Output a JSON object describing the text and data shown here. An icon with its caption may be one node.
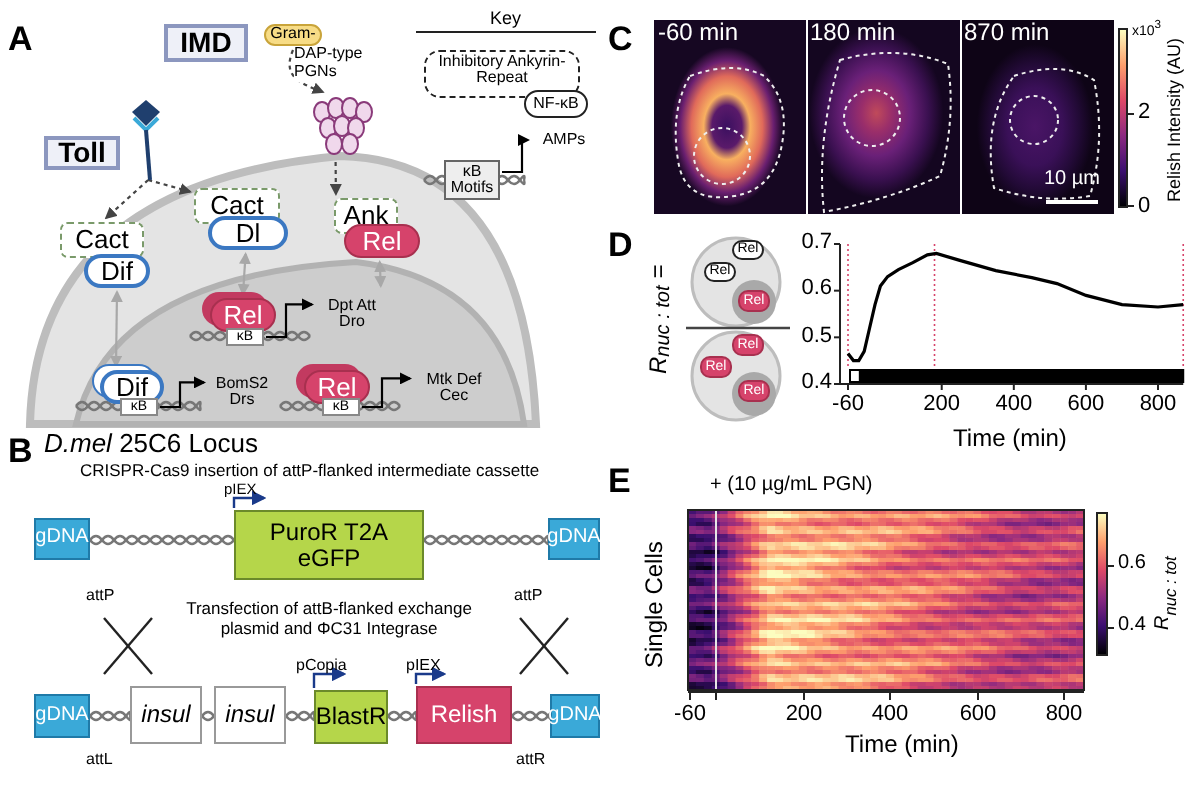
{
  "diagram": {
    "nodes": [
      {
        "text": [
          "IMD"
        ]
      },
      {
        "text": [
          "Gram-"
        ]
      },
      {
        "text": [],
        "shape": "picture"
      },
      {
        "text": [
          "Toll"
        ]
      },
      {
        "text": [],
        "shape": "picture"
      },
      {
        "text": [
          "Cact"
        ]
      },
      {
        "text": [
          "Dif"
        ]
      },
      {
        "text": [
          "Cact"
        ]
      },
      {
        "text": [
          "Dl"
        ]
      },
      {
        "text": [
          "Ank"
        ]
      },
      {
        "text": [
          "Rel"
        ]
      },
      {
        "text": [
          "Rel"
        ]
      },
      {
        "text": [
          "κB"
        ]
      },
      {
        "text": [
          "Dpt Att Dro"
        ]
      },
      {
        "text": [
          "Dif"
        ]
      },
      {
        "text": [
          "κB"
        ]
      },
      {
        "text": [
          "BomS2 Drs"
        ]
      },
      {
        "text": [
          "Rel"
        ]
      },
      {
        "text": [
          "κB"
        ]
      },
      {
        "text": [
          "Mtk Def Cec"
        ]
      },
      {
        "text": [
          "Inhibitory Ankyrin-Repeat"
        ]
      },
      {
        "text": [
          "NF-κB"
        ]
      },
      {
        "text": [
          "κB Motifs"
        ]
      },
      {
        "text": [
          "AMPs"
        ]
      },
      {
        "text": [
          "gDNA"
        ]
      },
      {
        "text": [
          "PuroR T2A eGFP"
        ]
      },
      {
        "text": [
          "gDNA"
        ]
      },
      {
        "text": [
          "gDNA"
        ]
      },
      {
        "text": [
          "insul"
        ]
      },
      {
        "text": [
          "insul"
        ]
      },
      {
        "text": [
          "BlastR"
        ]
      },
      {
        "text": [
          "Relish"
        ]
      },
      {
        "text": [
          "gDNA"
        ]
      },
      {
        "text": [
          "Rel"
        ]
      },
      {
        "text": [
          "Rel"
        ]
      },
      {
        "text": [
          "Rel"
        ]
      },
      {
        "text": [
          "Rel"
        ]
      },
      {
        "text": [
          "Rel"
        ]
      },
      {
        "text": [
          "Rel"
        ]
      }
    ],
    "edges": [
      {
        "from": 1,
        "to": 4,
        "arrow": "to",
        "style": "dashed",
        "color": "#444444",
        "label": "DAP-type PGNs"
      },
      {
        "from": 4,
        "to": 9,
        "arrow": "to",
        "style": "dashed",
        "color": "#444444"
      },
      {
        "from": 2,
        "to": 5,
        "arrow": "to",
        "style": "dashed",
        "color": "#444444"
      },
      {
        "from": 2,
        "to": 7,
        "arrow": "to",
        "style": "dashed",
        "color": "#444444"
      },
      {
        "from": 6,
        "to": 14,
        "arrow": "both",
        "color": "#a8a8a8"
      },
      {
        "from": 8,
        "to": 11,
        "arrow": "both",
        "color": "#a8a8a8"
      },
      {
        "from": 10,
        "to": 13,
        "arrow": "both",
        "color": "#a8a8a8"
      },
      {
        "from": 12,
        "to": 13,
        "arrow": "to"
      },
      {
        "from": 15,
        "to": 16,
        "arrow": "to"
      },
      {
        "from": 18,
        "to": 19,
        "arrow": "to"
      },
      {
        "from": 22,
        "to": 23,
        "arrow": "to"
      }
    ],
    "labels": [
      "A",
      "Key",
      "B",
      "*D.mel* 25C6 Locus",
      "CRISPR-Cas9 insertion of attP-flanked intermediate cassette",
      "pIEX",
      "attP",
      "attP",
      "Transfection of  attB-flanked exchange plasmid and ΦC31 Integrase",
      "pCopia",
      "pIEX",
      "attL",
      "attR",
      "C",
      "-60 min",
      "180 min",
      "870 min",
      "10 µm",
      "x10$^{3}$",
      "2",
      "0",
      "Relish Intensity (AU)",
      "D",
      "R$_{nuc : tot}$ =",
      "E",
      "+ (10 µg/mL PGN)",
      "Single Cells",
      "-60",
      "200",
      "400",
      "600",
      "800",
      "Time (min)",
      "0.6",
      "0.4",
      "R$_{nuc : tot}$"
    ],
    "chart_data": {
      "type": "line",
      "xlabel": "Time (min)",
      "xlim": [
        -60,
        870
      ],
      "ylim": [
        0.4,
        0.7
      ],
      "xticks": [
        -60,
        200,
        400,
        600,
        800
      ],
      "yticks": [
        0.4,
        0.5,
        0.6,
        0.7
      ],
      "ref_lines": [
        {
          "axis": "x",
          "value": -60
        },
        {
          "axis": "x",
          "value": 180
        },
        {
          "axis": "x",
          "value": 870
        }
      ],
      "bands": [
        {
          "axis": "x",
          "from": -30,
          "to": 870
        }
      ],
      "x": [
        -60,
        -45,
        -30,
        -15,
        0,
        15,
        30,
        50,
        80,
        120,
        160,
        185,
        250,
        350,
        450,
        520,
        600,
        700,
        800,
        870
      ],
      "series": [
        {
          "values": [
            0.465,
            0.45,
            0.45,
            0.47,
            0.52,
            0.57,
            0.61,
            0.63,
            0.645,
            0.66,
            0.677,
            0.68,
            0.665,
            0.643,
            0.628,
            0.615,
            0.59,
            0.57,
            0.565,
            0.57
          ]
        }
      ]
    }
  }
}
